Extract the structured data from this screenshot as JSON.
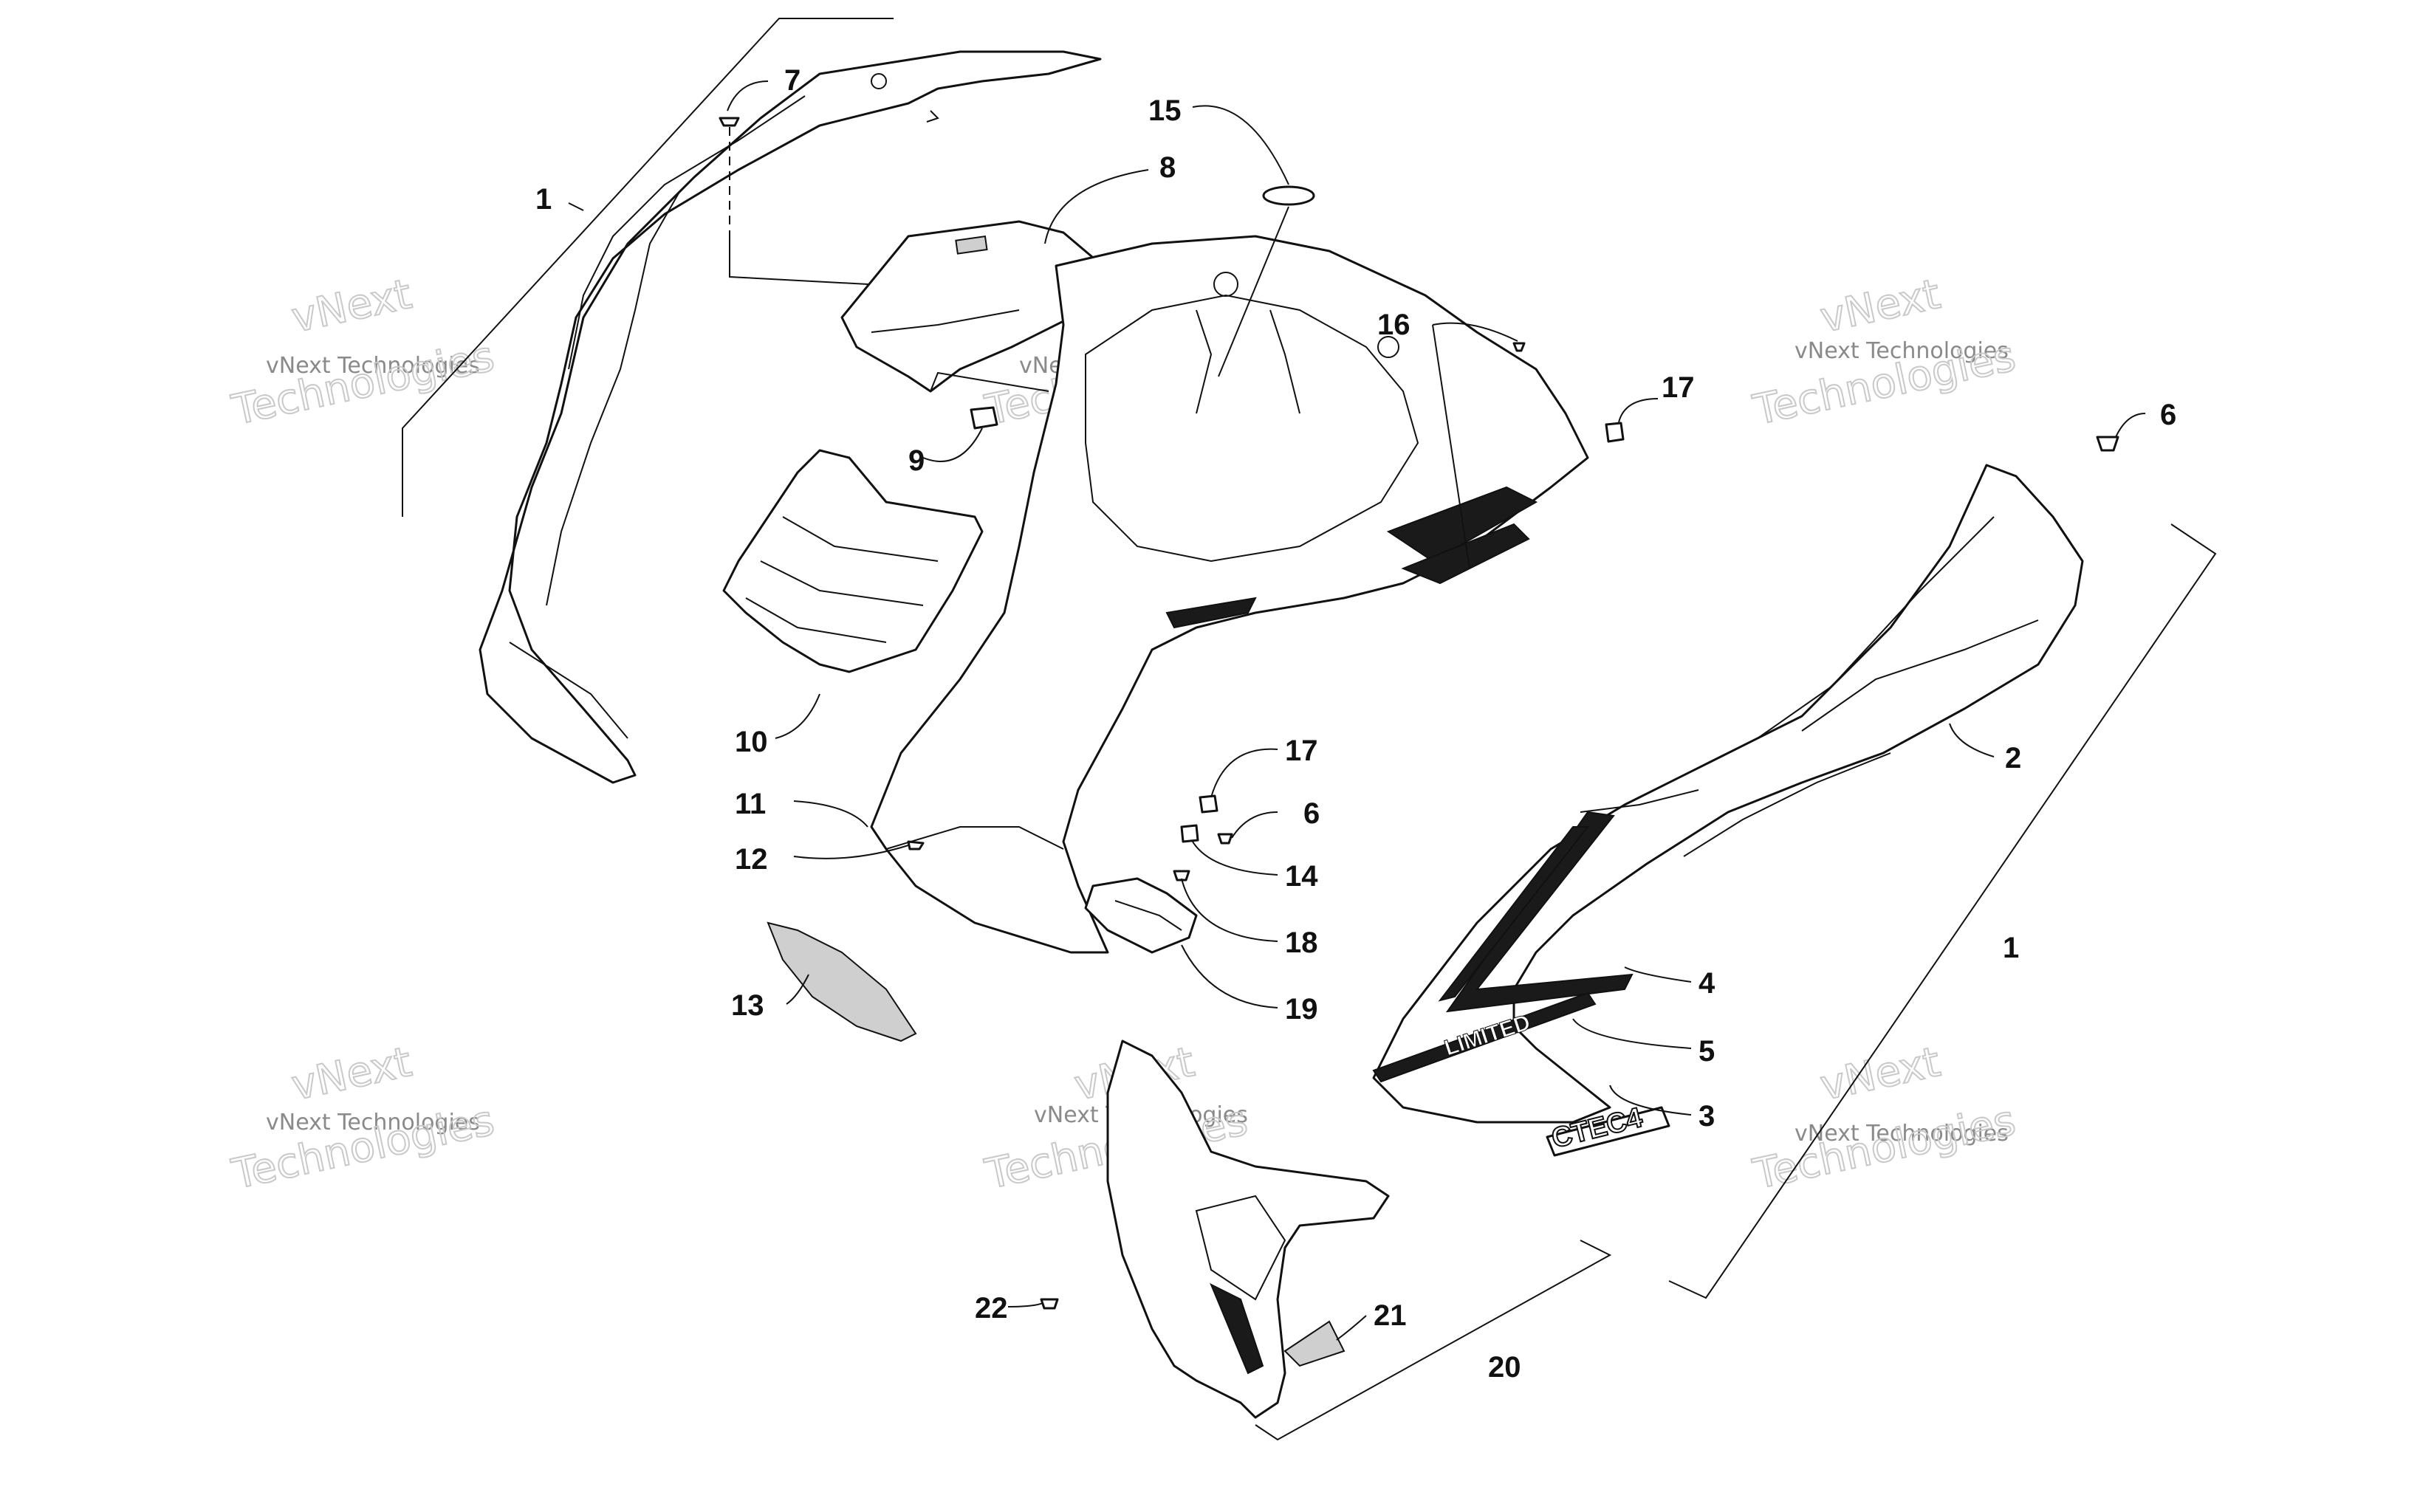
{
  "watermark": {
    "line1": "vNext",
    "line2": "vNext Technologies",
    "line3": "Technologies"
  },
  "callouts": {
    "c1a": "1",
    "c1b": "1",
    "c2": "2",
    "c3": "3",
    "c4": "4",
    "c5": "5",
    "c6a": "6",
    "c6b": "6",
    "c7": "7",
    "c8": "8",
    "c9": "9",
    "c10": "10",
    "c11": "11",
    "c12": "12",
    "c13": "13",
    "c14": "14",
    "c15": "15",
    "c16": "16",
    "c17a": "17",
    "c17b": "17",
    "c18": "18",
    "c19": "19",
    "c20": "20",
    "c21": "21",
    "c22": "22"
  },
  "decals": {
    "limited": "LIMITED",
    "ctec": "CTEC4"
  }
}
